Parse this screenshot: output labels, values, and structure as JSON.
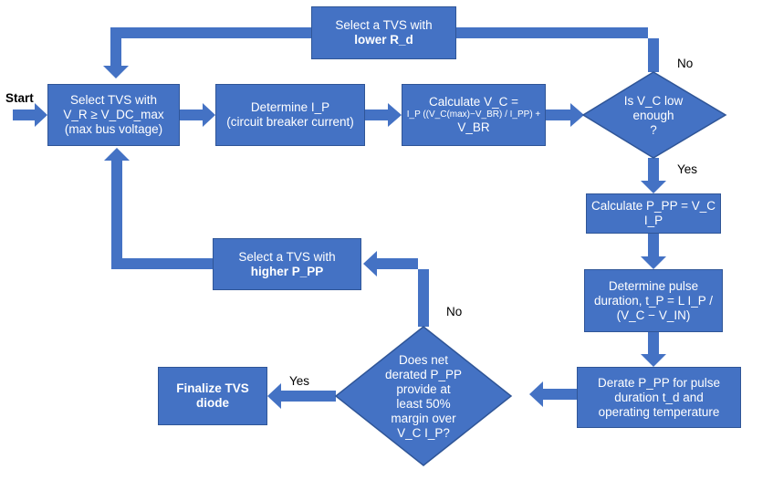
{
  "start_label": "Start",
  "nodes": {
    "select_tvs": [
      "Select TVS with",
      "V_R ≥ V_DC_max",
      "(max bus voltage)"
    ],
    "determine_ip": [
      "Determine I_P",
      "(circuit breaker current)"
    ],
    "calc_vc": [
      "Calculate V_C =",
      "I_P ((V_C(max)−V_BR) / I_PP) +",
      "V_BR"
    ],
    "is_vc_low": [
      "Is V_C low",
      "enough",
      "?"
    ],
    "select_lower_rd": [
      "Select a TVS with",
      "lower R_d"
    ],
    "calc_ppp": [
      "Calculate P_PP = V_C I_P"
    ],
    "determine_pulse": [
      "Determine pulse",
      "duration, t_P = L I_P / (V_C − V_IN)"
    ],
    "derate": [
      "Derate P_PP for pulse",
      "duration t_d and",
      "operating temperature"
    ],
    "does_net": [
      "Does net",
      "derated P_PP",
      "provide at",
      "least 50%",
      "margin over",
      "V_C I_P?"
    ],
    "select_higher_ppp": [
      "Select a TVS with",
      "higher P_PP"
    ],
    "finalize": [
      "Finalize TVS",
      "diode"
    ]
  },
  "edge_labels": {
    "no_top": "No",
    "yes_right": "Yes",
    "no_bottom": "No",
    "yes_bottom": "Yes"
  },
  "colors": {
    "box_fill": "#4472C4",
    "box_border": "#2F5597",
    "arrow": "#4472C4",
    "text_on_box": "#FFFFFF"
  }
}
